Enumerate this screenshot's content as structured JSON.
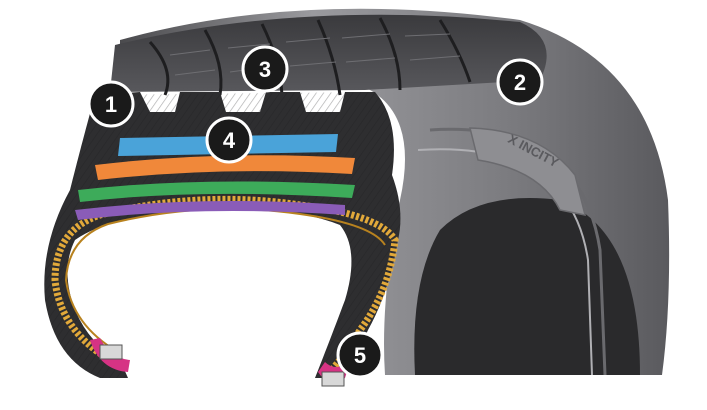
{
  "diagram": {
    "brand_text": "X INCITY",
    "colors": {
      "rubber": "#2e2e30",
      "rubber_light": "#8a8a8d",
      "rubber_mid": "#5e5e61",
      "callout_fill": "#1a1a1a",
      "callout_stroke": "#ffffff",
      "callout_text": "#ffffff",
      "belt_blue": "#4aa3d9",
      "belt_orange": "#f0883a",
      "belt_green": "#3dab5a",
      "belt_purple": "#8a5cb8",
      "carcass_ply": "#e2a93a",
      "bead_liner": "#d63384"
    },
    "callouts": [
      {
        "id": "1",
        "label": "1"
      },
      {
        "id": "2",
        "label": "2"
      },
      {
        "id": "3",
        "label": "3"
      },
      {
        "id": "4",
        "label": "4"
      },
      {
        "id": "5",
        "label": "5"
      }
    ]
  }
}
